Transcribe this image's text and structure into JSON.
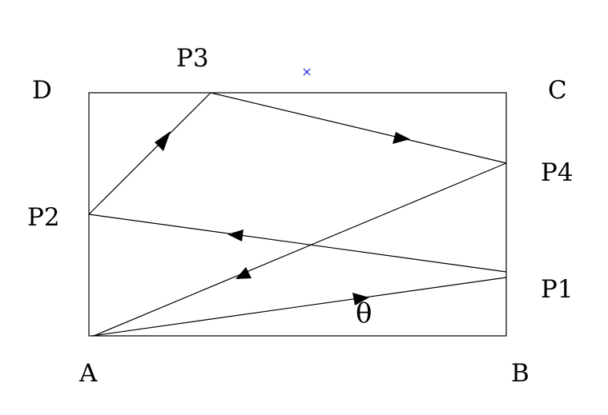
{
  "labels": {
    "A": "A",
    "B": "B",
    "C": "C",
    "D": "D",
    "P1": "P1",
    "P2": "P2",
    "P3": "P3",
    "P4": "P4",
    "theta": "θ"
  },
  "marker_color": "#0000cc",
  "line_color": "#000000"
}
